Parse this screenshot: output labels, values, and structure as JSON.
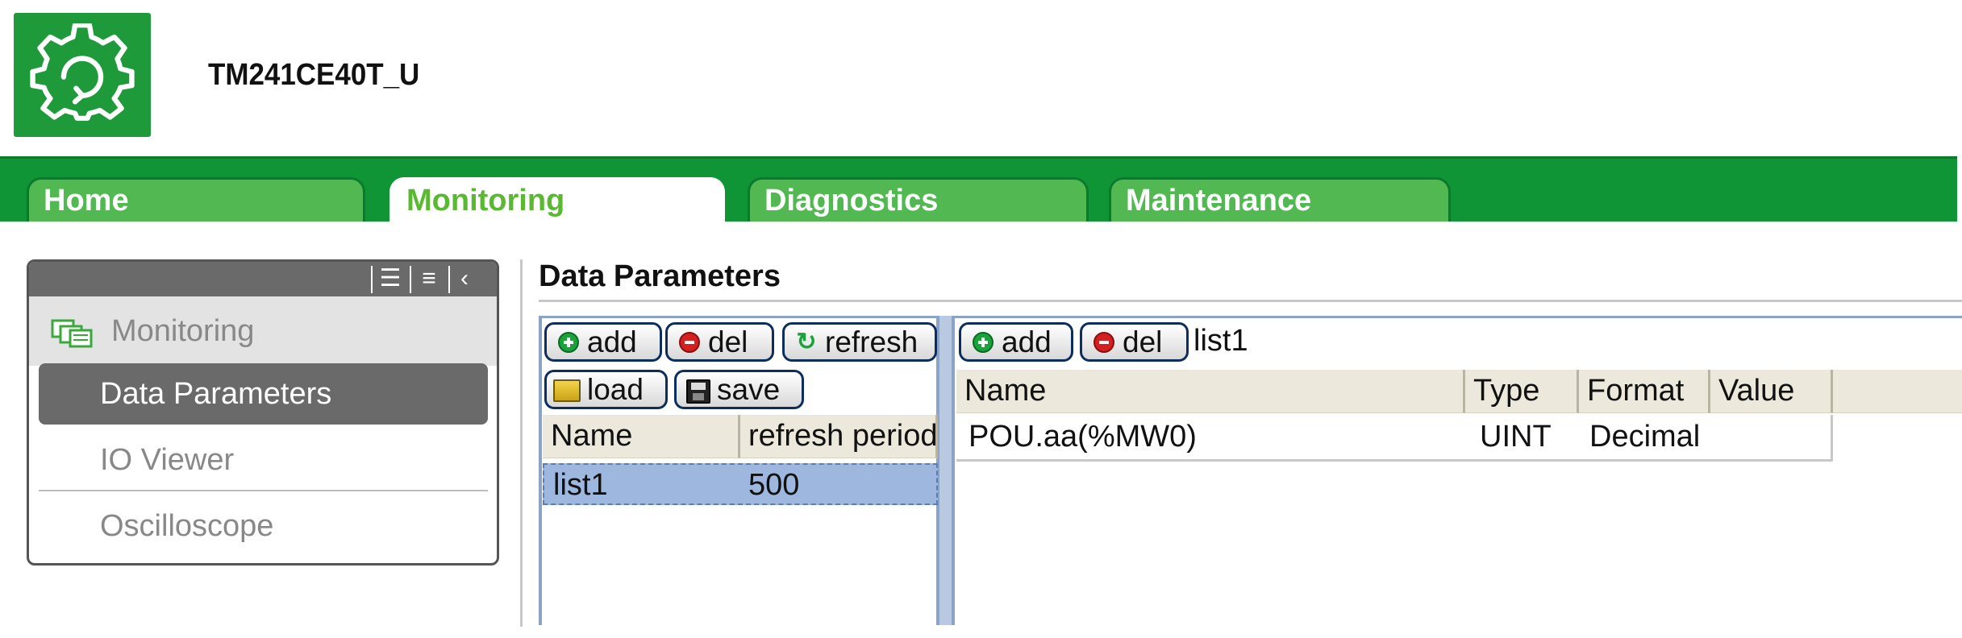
{
  "header": {
    "device_name": "TM241CE40T_U",
    "logo_icon": "gear-icon",
    "logo_color": "#1f9a3a"
  },
  "tabs": [
    {
      "label": "Home",
      "active": false
    },
    {
      "label": "Monitoring",
      "active": true
    },
    {
      "label": "Diagnostics",
      "active": false
    },
    {
      "label": "Maintenance",
      "active": false
    }
  ],
  "sidebar": {
    "controls": [
      "expand-all-icon",
      "collapse-all-icon",
      "chevron-left-icon"
    ],
    "section": {
      "label": "Monitoring",
      "icon": "monitoring-icon"
    },
    "items": [
      {
        "label": "Data Parameters",
        "selected": true
      },
      {
        "label": "IO Viewer",
        "selected": false
      },
      {
        "label": "Oscilloscope",
        "selected": false
      }
    ]
  },
  "page": {
    "title": "Data Parameters"
  },
  "lists_panel": {
    "buttons": {
      "add": "add",
      "del": "del",
      "refresh": "refresh",
      "load": "load",
      "save": "save"
    },
    "columns": [
      "Name",
      "refresh period"
    ],
    "rows": [
      {
        "name": "list1",
        "refresh_period": "500"
      }
    ]
  },
  "variables_panel": {
    "buttons": {
      "add": "add",
      "del": "del"
    },
    "list_name": "list1",
    "columns": [
      "Name",
      "Type",
      "Format",
      "Value"
    ],
    "rows": [
      {
        "name": "POU.aa(%MW0)",
        "type": "UINT",
        "format": "Decimal",
        "value": ""
      }
    ]
  },
  "colors": {
    "brand_green": "#0f9436",
    "tab_green": "#52b852",
    "active_tab_text": "#5ab832",
    "selection": "#9eb7de"
  }
}
